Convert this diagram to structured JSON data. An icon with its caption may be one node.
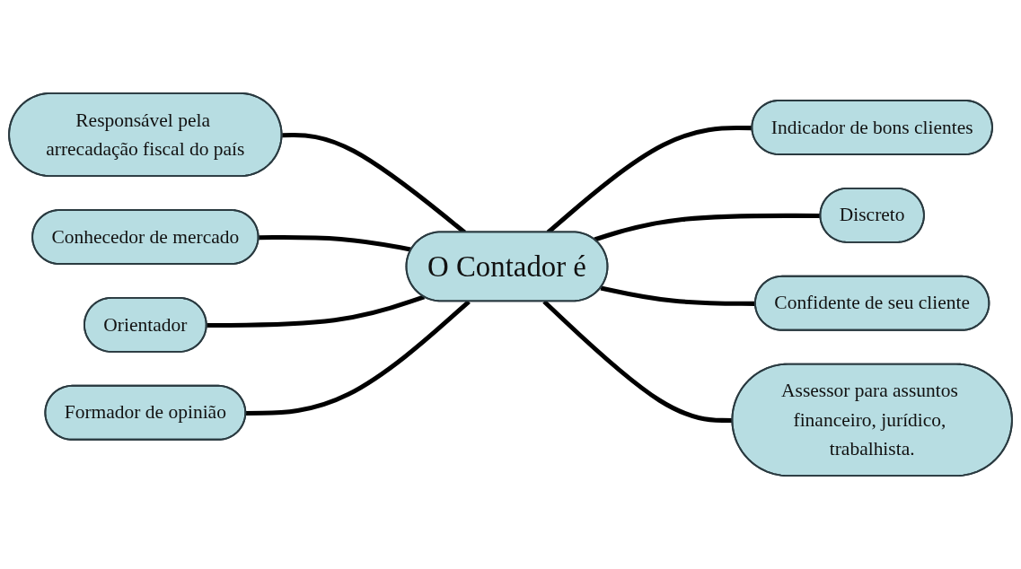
{
  "diagram": {
    "nodes": [
      {
        "text": [
          "Responsável pela arrecadação fiscal do país"
        ]
      },
      {
        "text": [
          "Conhecedor de mercado"
        ]
      },
      {
        "text": [
          "Indicador de bons clientes"
        ]
      },
      {
        "text": [
          "Orientador"
        ]
      },
      {
        "text": [
          "O Contador é"
        ]
      },
      {
        "text": [
          "Discreto"
        ]
      },
      {
        "text": [
          "Formador de opinião"
        ]
      },
      {
        "text": [
          "Confidente de seu cliente"
        ]
      },
      {
        "text": [
          "Assessor para assuntos financeiro, jurídico, trabalhista."
        ]
      }
    ],
    "edges": [
      {
        "from": 0,
        "to": 4,
        "arrow": "none"
      },
      {
        "from": 1,
        "to": 4,
        "arrow": "none"
      },
      {
        "from": 4,
        "to": 2,
        "arrow": "none"
      },
      {
        "from": 3,
        "to": 4,
        "arrow": "none"
      },
      {
        "from": 4,
        "to": 5,
        "arrow": "none"
      },
      {
        "from": 6,
        "to": 4,
        "arrow": "none"
      },
      {
        "from": 4,
        "to": 7,
        "arrow": "none"
      },
      {
        "from": 4,
        "to": 8,
        "arrow": "none"
      }
    ]
  }
}
